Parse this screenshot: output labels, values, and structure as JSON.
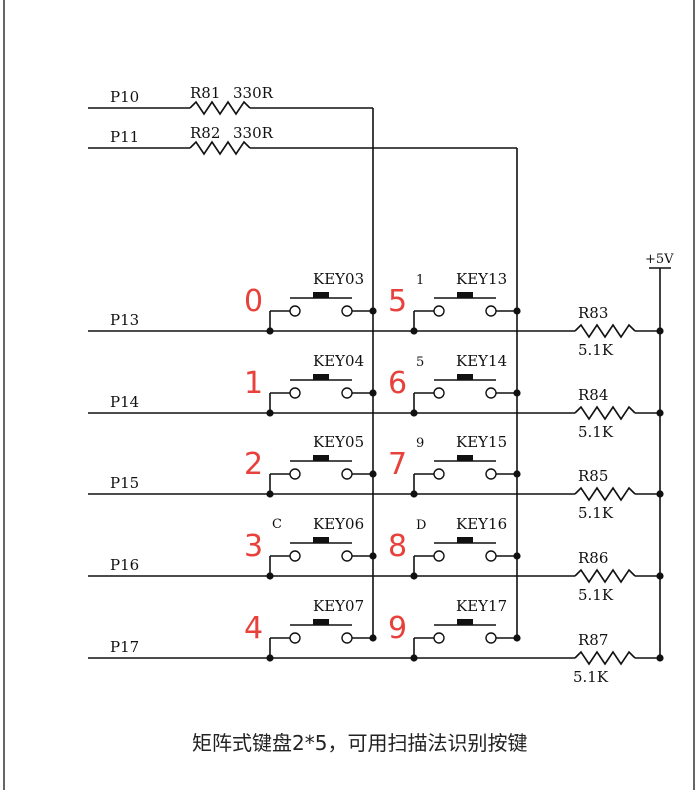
{
  "rows": [
    {
      "net": "P13",
      "res": "R83",
      "val": "5.1K",
      "k1": "KEY03",
      "k2": "KEY13",
      "n1": "0",
      "n2": "5",
      "s1": "",
      "s2": "1"
    },
    {
      "net": "P14",
      "res": "R84",
      "val": "5.1K",
      "k1": "KEY04",
      "k2": "KEY14",
      "n1": "1",
      "n2": "6",
      "s1": "",
      "s2": "5"
    },
    {
      "net": "P15",
      "res": "R85",
      "val": "5.1K",
      "k1": "KEY05",
      "k2": "KEY15",
      "n1": "2",
      "n2": "7",
      "s1": "",
      "s2": "9"
    },
    {
      "net": "P16",
      "res": "R86",
      "val": "5.1K",
      "k1": "KEY06",
      "k2": "KEY16",
      "n1": "3",
      "n2": "8",
      "s1": "C",
      "s2": "D"
    },
    {
      "net": "P17",
      "res": "R87",
      "val": "5.1K",
      "k1": "KEY07",
      "k2": "KEY17",
      "n1": "4",
      "n2": "9",
      "s1": "",
      "s2": ""
    }
  ],
  "cols": [
    {
      "net": "P10",
      "res": "R81",
      "val": "330R"
    },
    {
      "net": "P11",
      "res": "R82",
      "val": "330R"
    }
  ],
  "supply": "+5V",
  "caption": "矩阵式键盘2*5，可用扫描法识别按键",
  "colors": {
    "wire": "#111111",
    "annotation": "#e8403a"
  }
}
